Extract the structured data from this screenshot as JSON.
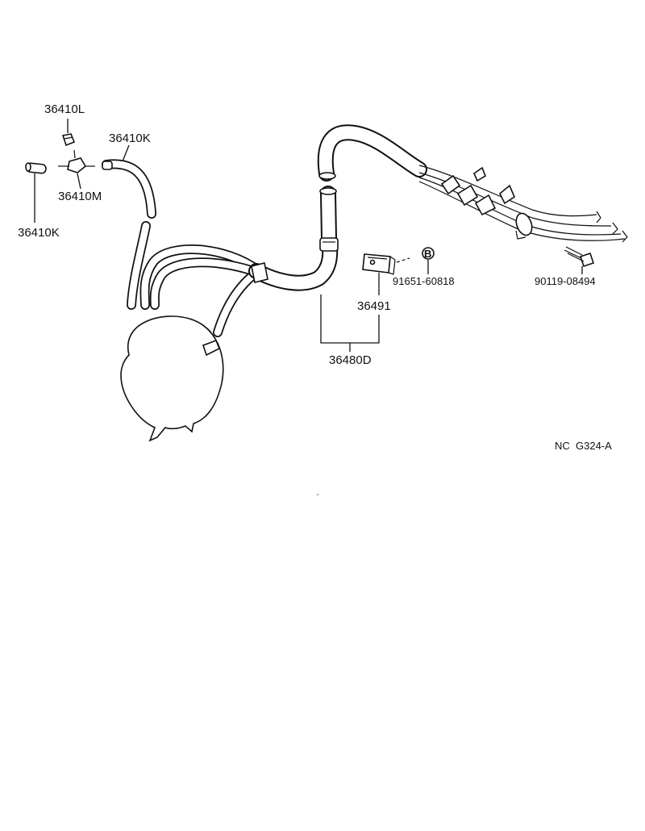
{
  "labels": {
    "part_36410L": "36410L",
    "part_36410K_top": "36410K",
    "part_36410K_left": "36410K",
    "part_36410M": "36410M",
    "part_91651": "91651-60818",
    "part_90119": "90119-08494",
    "part_36491": "36491",
    "part_36480D": "36480D",
    "bolt_marker": "B",
    "figure_code": "NC  G324-A"
  }
}
